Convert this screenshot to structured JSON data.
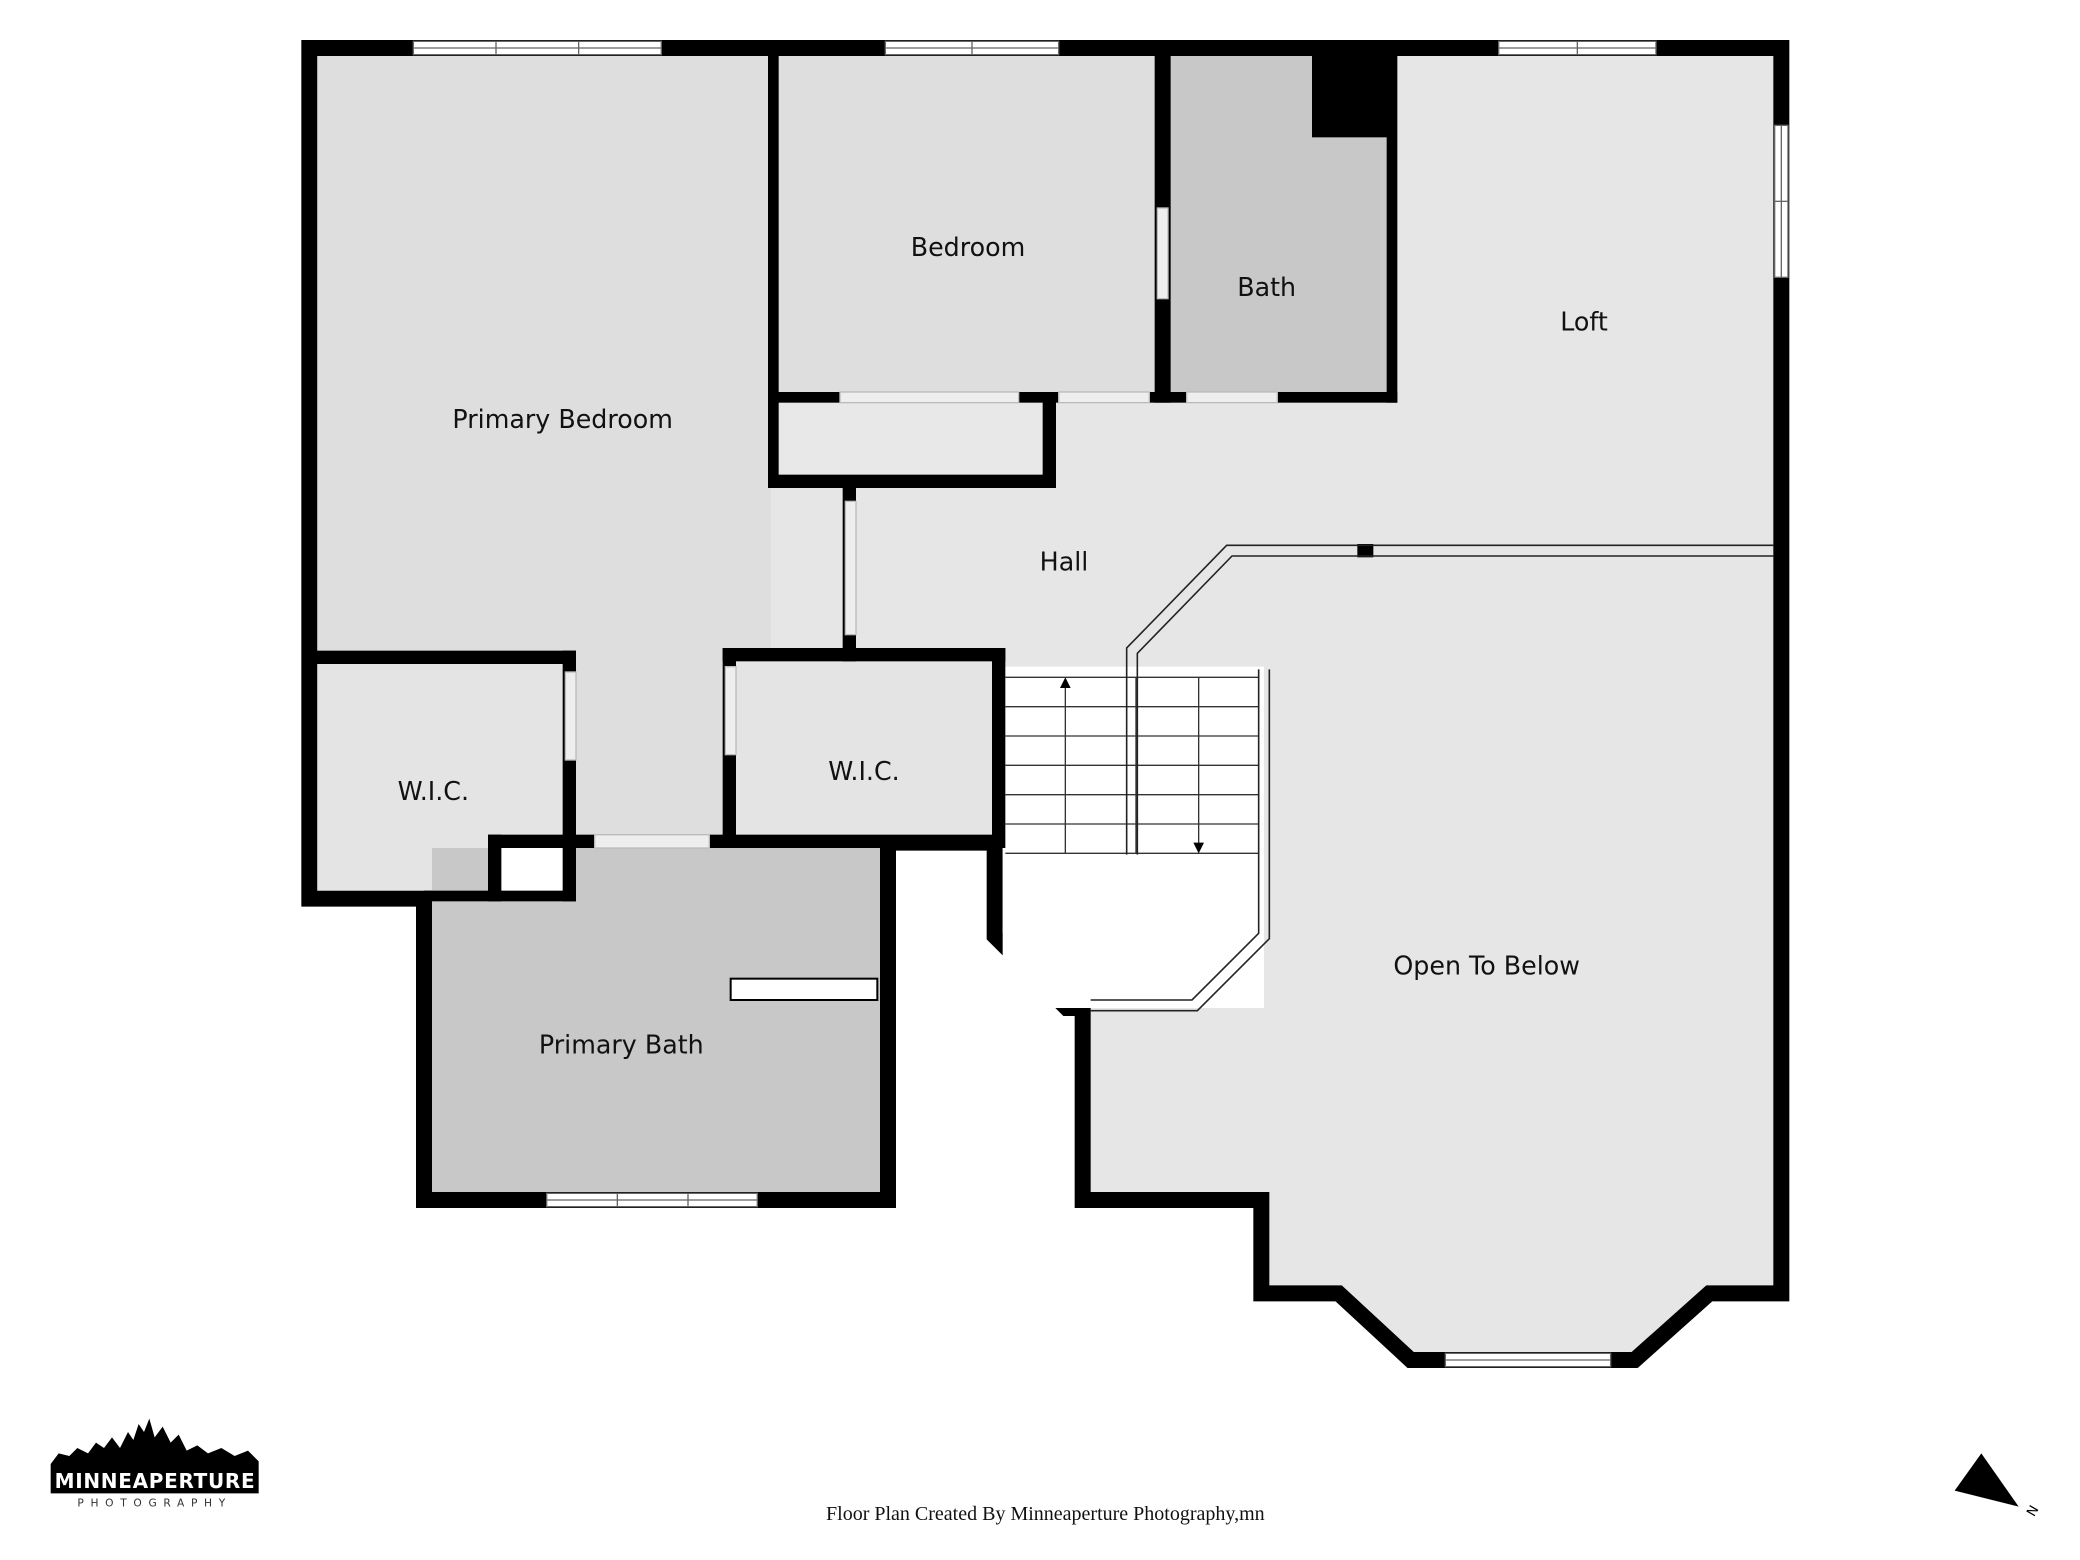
{
  "rooms": {
    "primary_bedroom": "Primary Bedroom",
    "bedroom": "Bedroom",
    "bath": "Bath",
    "loft": "Loft",
    "hall": "Hall",
    "wic_left": "W.I.C.",
    "wic_right": "W.I.C.",
    "primary_bath": "Primary Bath",
    "open_to_below": "Open To Below"
  },
  "footer": {
    "credit": "Floor Plan Created By Minneaperture Photography,mn"
  },
  "logo": {
    "name": "MINNEAPERTURE",
    "sub": "PHOTOGRAPHY"
  },
  "compass": {
    "label": "N"
  },
  "colors": {
    "wall": "#000000",
    "room": "#e0e0e0",
    "bath": "#c8c8c8",
    "open": "#e6e6e6"
  }
}
